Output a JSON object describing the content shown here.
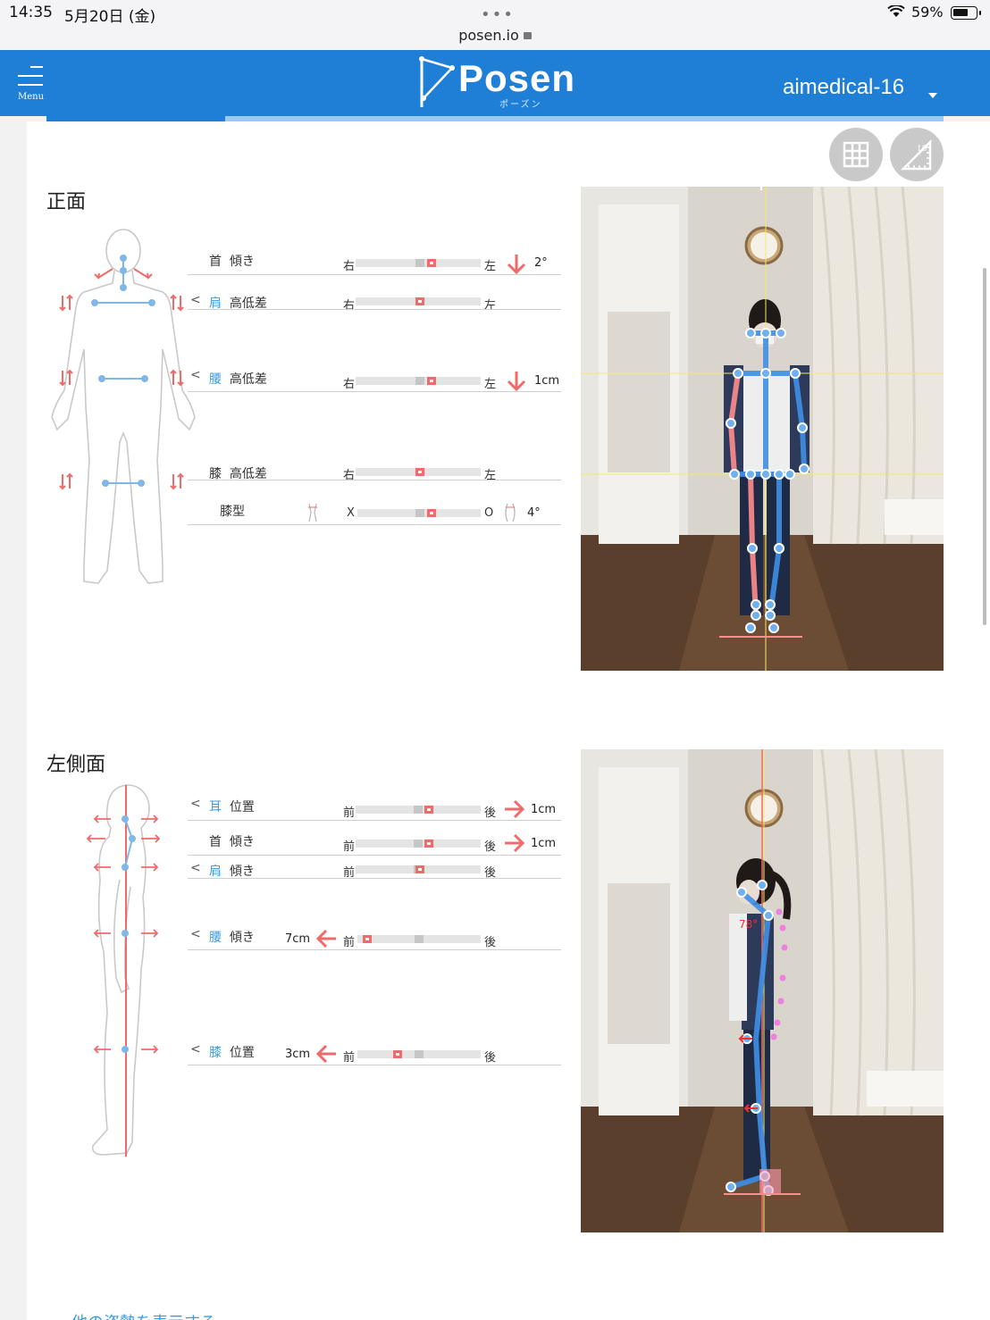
{
  "status": {
    "time": "14:35",
    "date": "5月20日 (金)",
    "url": "posen.io",
    "battery": "59%"
  },
  "header": {
    "menu_label": "Menu",
    "logo": "Posen",
    "logo_sub": "ポーズン",
    "account": "aimedical-16"
  },
  "front": {
    "title": "正面",
    "rows": [
      {
        "label_a": "首",
        "label_b": "傾き",
        "left": "右",
        "right": "左",
        "value": "2°"
      },
      {
        "label_a": "肩",
        "label_b": "高低差",
        "left": "右",
        "right": "左",
        "value": ""
      },
      {
        "label_a": "腰",
        "label_b": "高低差",
        "left": "右",
        "right": "左",
        "value": "1cm"
      },
      {
        "label_a": "膝",
        "label_b": "高低差",
        "left": "右",
        "right": "左",
        "value": ""
      },
      {
        "label_a": "膝型",
        "label_b": "",
        "left": "X",
        "right": "O",
        "value": "4°"
      }
    ]
  },
  "side": {
    "title": "左側面",
    "rows": [
      {
        "label_a": "耳",
        "label_b": "位置",
        "left": "前",
        "right": "後",
        "value": "1cm"
      },
      {
        "label_a": "首",
        "label_b": "傾き",
        "left": "前",
        "right": "後",
        "value": "1cm"
      },
      {
        "label_a": "肩",
        "label_b": "傾き",
        "left": "前",
        "right": "後",
        "value": ""
      },
      {
        "label_a": "腰",
        "label_b": "傾き",
        "left": "前",
        "right": "後",
        "value": "7cm"
      },
      {
        "label_a": "膝",
        "label_b": "位置",
        "left": "前",
        "right": "後",
        "value": "3cm"
      }
    ],
    "angle_label": "78°"
  },
  "footer_link": "他の姿勢を表示する",
  "colors": {
    "brand": "#1f7fd7",
    "accent_red": "#ef6b6b",
    "label_blue": "#3a9ae0"
  }
}
